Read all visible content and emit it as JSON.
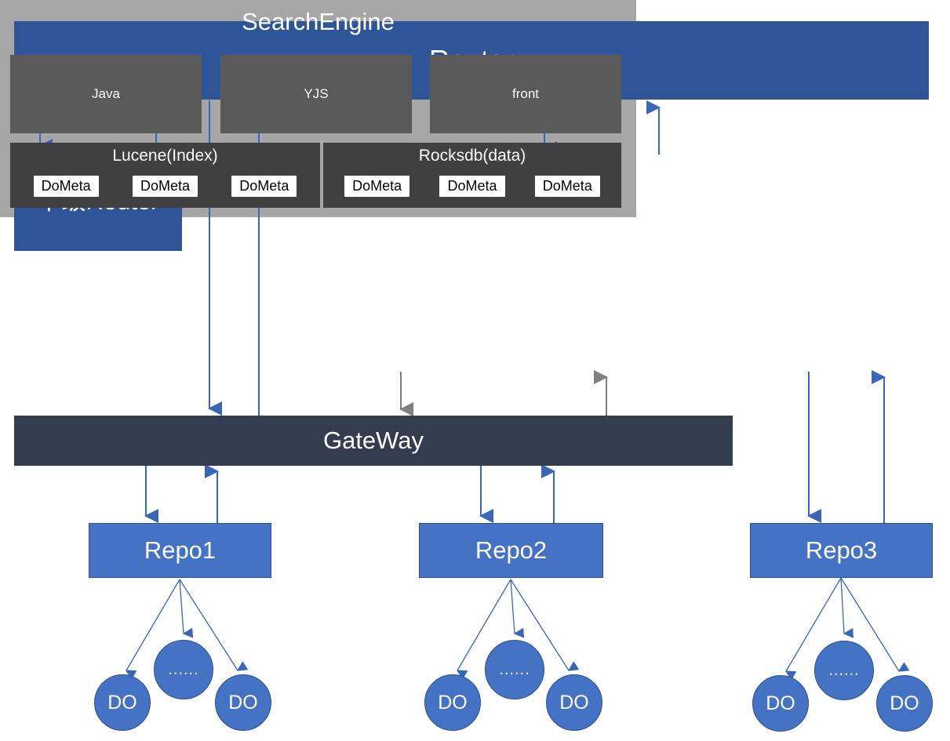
{
  "diagram": {
    "router": {
      "label": "Router"
    },
    "sub_router": {
      "label": "下级Router"
    },
    "search_engine": {
      "title": "SearchEngine",
      "languages": [
        {
          "label": "Java"
        },
        {
          "label": "YJS"
        },
        {
          "label": "front"
        }
      ],
      "stores": [
        {
          "title": "Lucene(Index)",
          "chips": [
            {
              "label": "DoMeta"
            },
            {
              "label": "DoMeta"
            },
            {
              "label": "DoMeta"
            }
          ]
        },
        {
          "title": "Rocksdb(data)",
          "chips": [
            {
              "label": "DoMeta"
            },
            {
              "label": "DoMeta"
            },
            {
              "label": "DoMeta"
            }
          ]
        }
      ]
    },
    "gateway": {
      "label": "GateWay"
    },
    "repos": [
      {
        "label": "Repo1",
        "children": [
          {
            "label": "DO"
          },
          {
            "label": "......"
          },
          {
            "label": "DO"
          }
        ]
      },
      {
        "label": "Repo2",
        "children": [
          {
            "label": "DO"
          },
          {
            "label": "......"
          },
          {
            "label": "DO"
          }
        ]
      },
      {
        "label": "Repo3",
        "children": [
          {
            "label": "DO"
          },
          {
            "label": "......"
          },
          {
            "label": "DO"
          }
        ]
      }
    ],
    "colors": {
      "router_blue": "#2E5597",
      "gateway_navy": "#343D4F",
      "repo_blue": "#4472C4",
      "repo_border": "#2F528F",
      "search_engine_gray": "#A6A6A6",
      "lang_gray": "#595959",
      "store_gray": "#404040",
      "chip_white": "#FFFFFF",
      "arrow_blue": "#4472C4",
      "arrow_gray": "#808080"
    }
  }
}
